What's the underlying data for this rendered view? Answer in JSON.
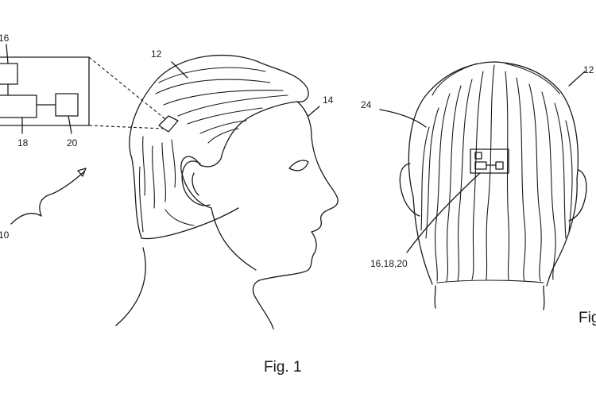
{
  "figure1": {
    "caption": "Fig. 1",
    "labels": {
      "device": "10",
      "head": "12",
      "face": "14",
      "component_top": "16",
      "component_left": "18",
      "component_right": "20"
    }
  },
  "figure2": {
    "caption": "Fig",
    "labels": {
      "head": "12",
      "hair": "24",
      "components": "16,18,20"
    }
  }
}
